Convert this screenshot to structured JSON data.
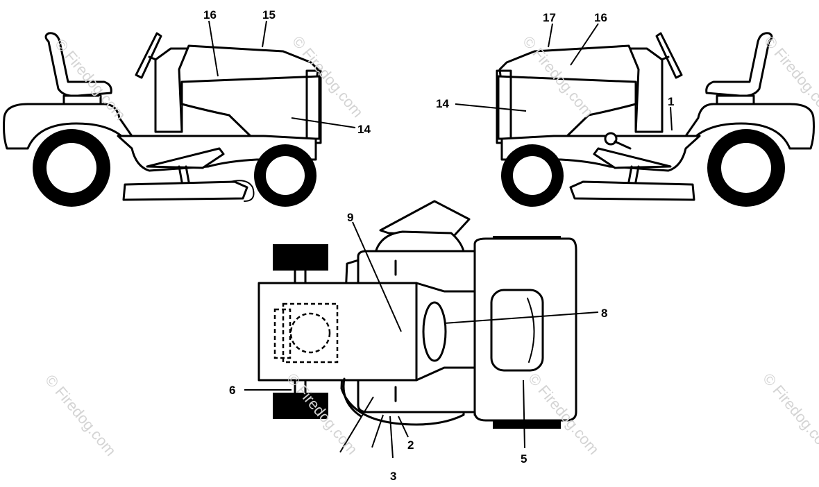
{
  "watermark": "© Firedog.com",
  "callouts": {
    "c1": "1",
    "c2": "2",
    "c3": "3",
    "c5": "5",
    "c6": "6",
    "c8": "8",
    "c9": "9",
    "c14_left": "14",
    "c14_right": "14",
    "c15": "15",
    "c16_left": "16",
    "c16_right": "16",
    "c17": "17"
  }
}
